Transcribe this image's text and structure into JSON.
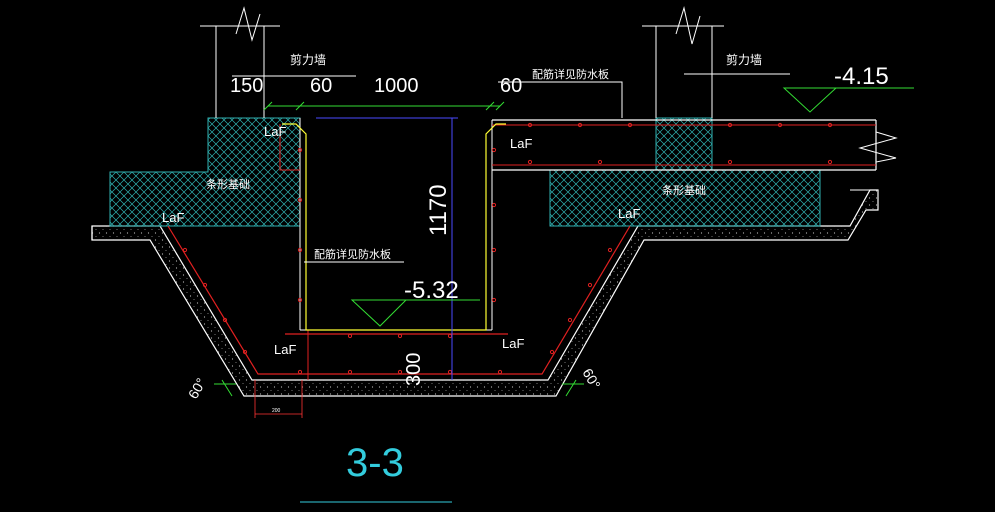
{
  "drawing": {
    "section_title": "3-3",
    "labels": {
      "shear_wall_left": "剪力墙",
      "shear_wall_right": "剪力墙",
      "waterproof_rebar_top": "配筋详见防水板",
      "waterproof_rebar_mid": "配筋详见防水板",
      "strip_foundation_left": "条形基础",
      "strip_foundation_right": "条形基础",
      "laf": "LaF",
      "angle_left": "60°",
      "angle_right": "60°",
      "small_dim": "200"
    },
    "dimensions": {
      "d150": "150",
      "d60_left": "60",
      "d1000": "1000",
      "d60_right": "60",
      "d1170": "1170",
      "d300": "300"
    },
    "elevations": {
      "top_right": "-4.15",
      "pit_bottom": "-5.32"
    },
    "colors": {
      "background": "#000000",
      "concrete_outline": "#ffffff",
      "hatch": "#2fb0b0",
      "rebar_red": "#e02020",
      "rebar_yellow": "#ffff33",
      "dim_green": "#33dd33",
      "dim_blue": "#4a4aff",
      "elev_green": "#33dd33",
      "title_cyan": "#33ccdd"
    }
  }
}
